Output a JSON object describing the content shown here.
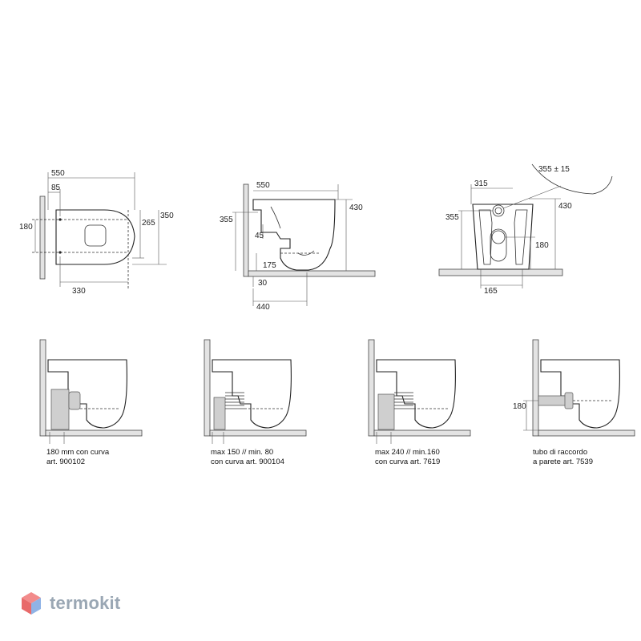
{
  "brand": {
    "name": "termokit",
    "colors": {
      "text": "#9aa7b4",
      "mark_top": "#f28b8b",
      "mark_mid": "#e86a6a",
      "mark_bottom": "#8fb3e6"
    }
  },
  "top_view": {
    "dims": {
      "d550": "550",
      "d85": "85",
      "d180": "180",
      "d265": "265",
      "d350": "350",
      "d330": "330"
    }
  },
  "side_view": {
    "dims": {
      "d550": "550",
      "d430": "430",
      "d355": "355",
      "d45": "45",
      "d175": "175",
      "d30": "30",
      "d440": "440"
    }
  },
  "rear_view": {
    "dims": {
      "d355pm15": "355 ± 15",
      "d315": "315",
      "d430": "430",
      "d355": "355",
      "d180": "180",
      "d165": "165"
    }
  },
  "installations": [
    {
      "line1": "180 mm con curva",
      "line2": "art. 900102"
    },
    {
      "line1": "max 150 // min. 80",
      "line2": "con curva art. 900104"
    },
    {
      "line1": "max 240 // min.160",
      "line2": "con curva art. 7619"
    },
    {
      "line1": "tubo di raccordo",
      "line2": "a parete art. 7539",
      "dim": "180"
    }
  ]
}
